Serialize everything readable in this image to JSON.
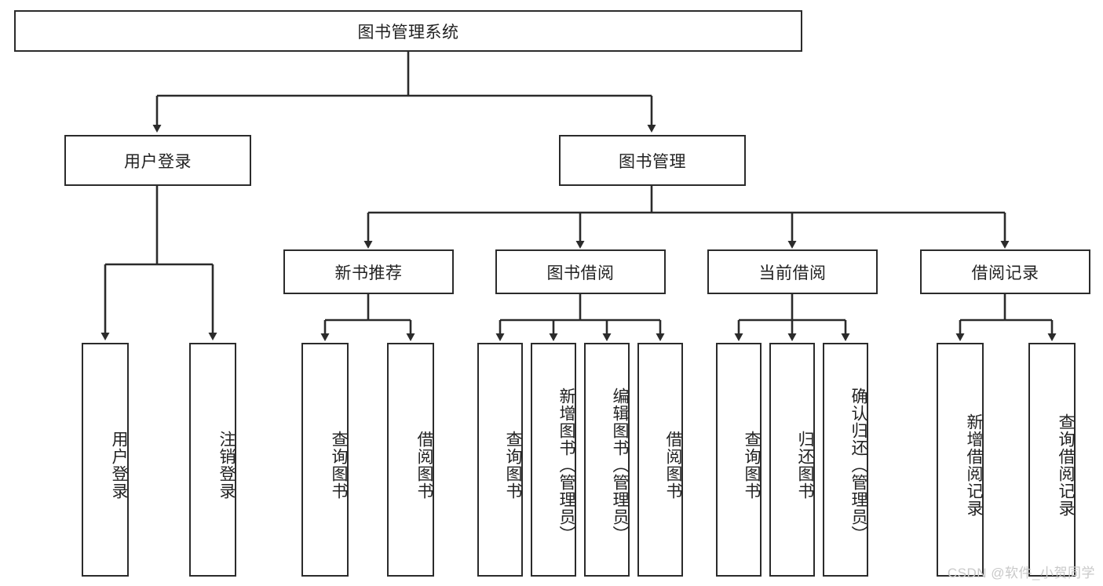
{
  "diagram": {
    "type": "tree",
    "title": "图书管理系统",
    "background_color": "#ffffff",
    "line_color": "#2b2b2b",
    "text_color": "#222222",
    "root": {
      "label": "图书管理系统"
    },
    "level2": [
      {
        "label": "用户登录"
      },
      {
        "label": "图书管理"
      }
    ],
    "level3": [
      {
        "label": "新书推荐"
      },
      {
        "label": "图书借阅"
      },
      {
        "label": "当前借阅"
      },
      {
        "label": "借阅记录"
      }
    ],
    "leaves": {
      "user_login": [
        {
          "label": "用户登录"
        },
        {
          "label": "注销登录"
        }
      ],
      "new_book_recommend": [
        {
          "label": "查询图书"
        },
        {
          "label": "借阅图书"
        }
      ],
      "book_borrow": [
        {
          "label": "查询图书"
        },
        {
          "label": "新增图书（管理员）"
        },
        {
          "label": "编辑图书（管理员）"
        },
        {
          "label": "借阅图书"
        }
      ],
      "current_borrow": [
        {
          "label": "查询图书"
        },
        {
          "label": "归还图书"
        },
        {
          "label": "确认归还（管理员）"
        }
      ],
      "borrow_record": [
        {
          "label": "新增借阅记录"
        },
        {
          "label": "查询借阅记录"
        }
      ]
    }
  },
  "watermark": {
    "text": "CSDN @软件_小贺同学"
  }
}
